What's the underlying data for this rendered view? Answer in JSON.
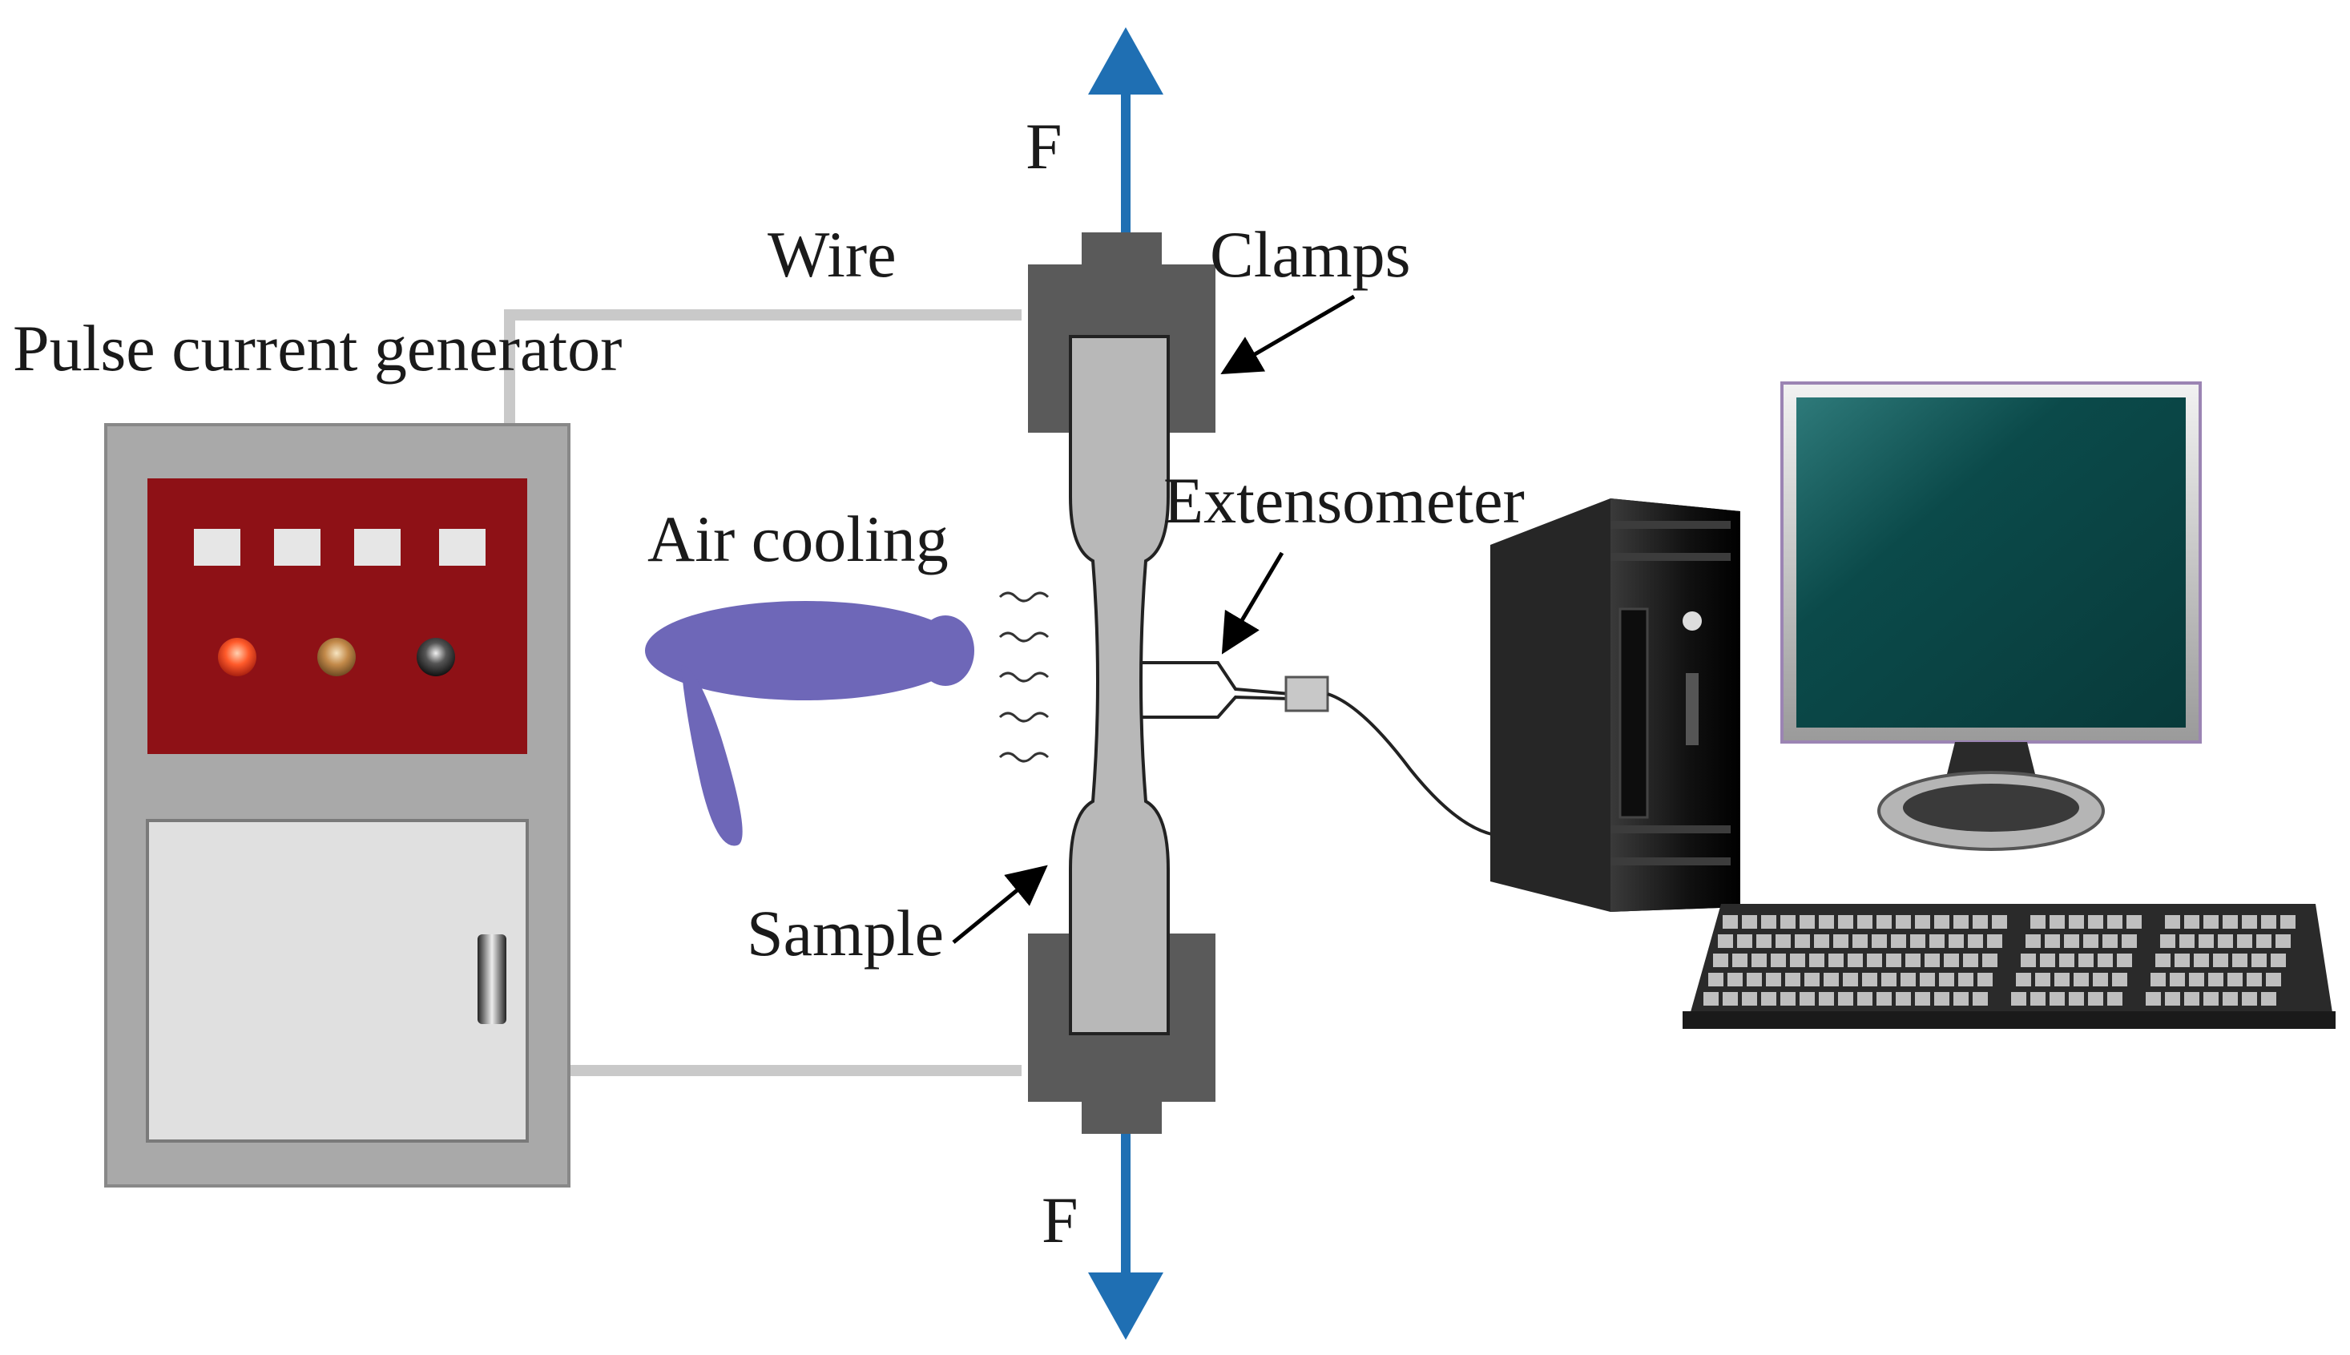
{
  "labels": {
    "force_top": "F",
    "force_bottom": "F",
    "wire": "Wire",
    "clamps": "Clamps",
    "pulse_generator": "Pulse current generator",
    "air_cooling": "Air cooling",
    "extensometer": "Extensometer",
    "sample": "Sample"
  },
  "colors": {
    "force_arrow": "#1f6fb3",
    "generator_panel": "#8e1116",
    "cooling_blower": "#6e67b8",
    "monitor_screen": "#0b4a4a",
    "clamp": "#5a5a5a",
    "sample": "#b8b8b8",
    "wire": "#c9c9c9"
  },
  "icons": {
    "force_top": "arrow-up-icon",
    "force_bottom": "arrow-down-icon",
    "cooling": "air-blower-icon",
    "computer": "desktop-computer-icon",
    "keyboard": "keyboard-icon"
  }
}
